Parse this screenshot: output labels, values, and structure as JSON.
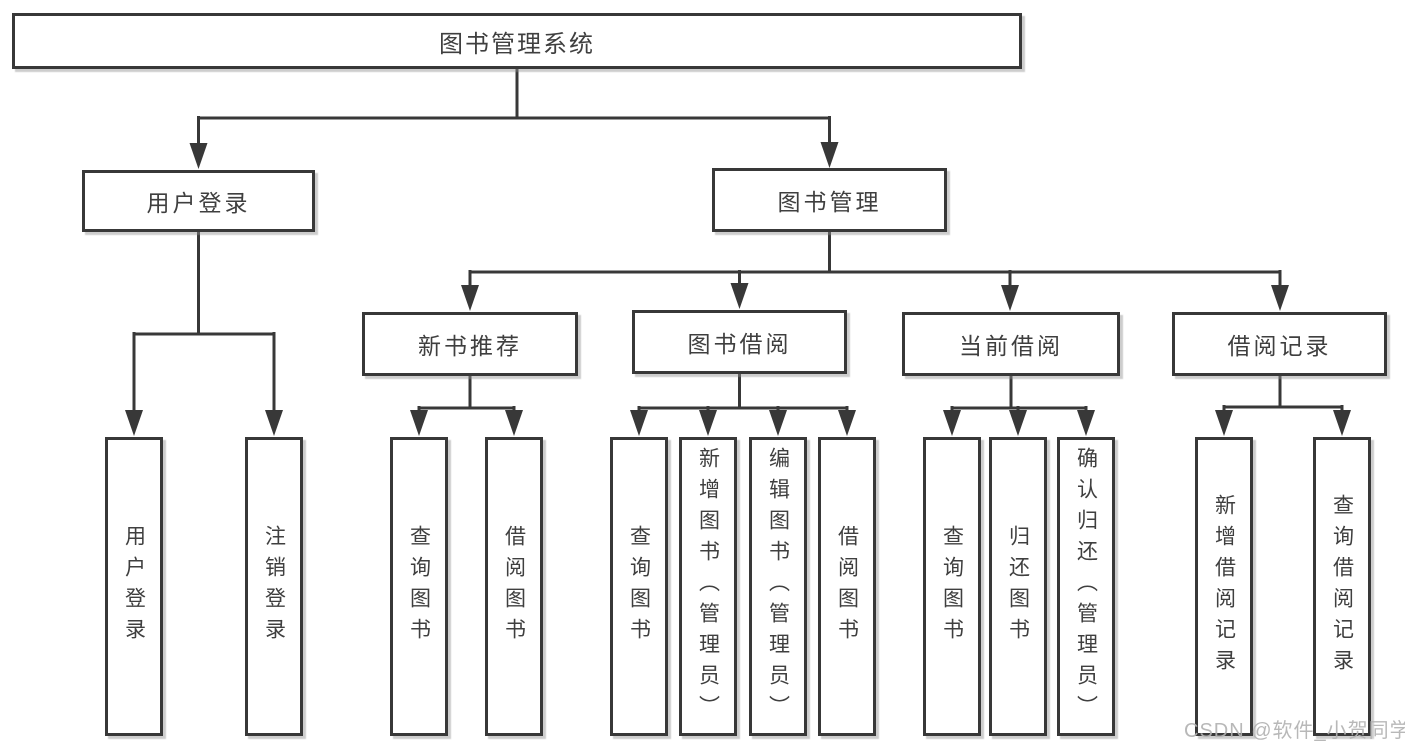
{
  "diagram": {
    "root": {
      "label": "图书管理系统"
    },
    "branches": [
      {
        "label": "用户登录",
        "children": [
          {
            "label": "用户登录"
          },
          {
            "label": "注销登录"
          }
        ]
      },
      {
        "label": "图书管理",
        "children": [
          {
            "label": "新书推荐",
            "children": [
              {
                "label": "查询图书"
              },
              {
                "label": "借阅图书"
              }
            ]
          },
          {
            "label": "图书借阅",
            "children": [
              {
                "label": "查询图书"
              },
              {
                "label": "新增图书（管理员）"
              },
              {
                "label": "编辑图书（管理员）"
              },
              {
                "label": "借阅图书"
              }
            ]
          },
          {
            "label": "当前借阅",
            "children": [
              {
                "label": "查询图书"
              },
              {
                "label": "归还图书"
              },
              {
                "label": "确认归还（管理员）"
              }
            ]
          },
          {
            "label": "借阅记录",
            "children": [
              {
                "label": "新增借阅记录"
              },
              {
                "label": "查询借阅记录"
              }
            ]
          }
        ]
      }
    ]
  },
  "watermark": {
    "text": "CSDN @软件_小贺同学"
  },
  "colors": {
    "line": "#383838",
    "text": "#3f3f3f",
    "box_background": "#ffffff",
    "watermark": "#b2b2b2"
  }
}
